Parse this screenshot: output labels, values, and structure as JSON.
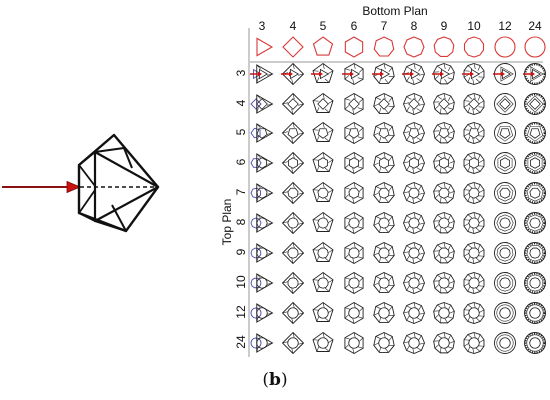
{
  "axis": {
    "bottom_title": "Bottom Plan",
    "top_title": "Top Plan"
  },
  "bottom_labels": [
    "3",
    "4",
    "5",
    "6",
    "7",
    "8",
    "9",
    "10",
    "12",
    "24"
  ],
  "top_labels": [
    "3",
    "4",
    "5",
    "6",
    "7",
    "8",
    "9",
    "10",
    "12",
    "24"
  ],
  "caption": {
    "open": "(",
    "letter": "b",
    "close": ")"
  },
  "colors": {
    "arrow_red": "#cc1111",
    "header_shape_red": "#d83a3a",
    "row_shape_blue": "#4b4bb0",
    "line": "#222222",
    "grid": "#999999"
  }
}
